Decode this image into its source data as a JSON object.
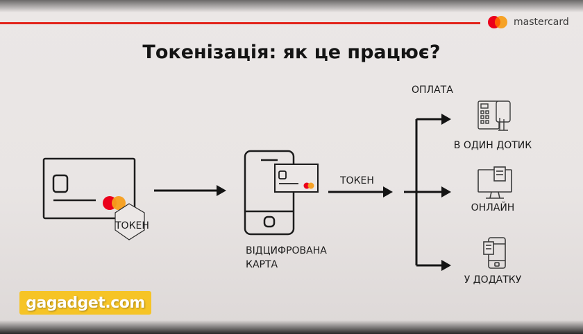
{
  "slide": {
    "title": "Токенізація: як це працює?",
    "brand": "mastercard",
    "token_badge": "ТОКЕН",
    "phone_label_line1": "ВІДЦИФРОВАНА",
    "phone_label_line2": "КАРТА",
    "arrow_label": "ТОКЕН",
    "payment_header": "ОПЛАТА",
    "options": [
      {
        "label": "В ОДИН ДОТИК",
        "icon": "pos-terminal-icon"
      },
      {
        "label": "ОНЛАЙН",
        "icon": "desktop-computer-icon"
      },
      {
        "label": "У ДОДАТКУ",
        "icon": "mobile-app-icon"
      }
    ]
  },
  "watermark": "gagadget.com",
  "colors": {
    "accent": "#e2231a",
    "mc_red": "#eb001b",
    "mc_orange": "#f79e1b",
    "watermark_bg": "#f6c426"
  }
}
